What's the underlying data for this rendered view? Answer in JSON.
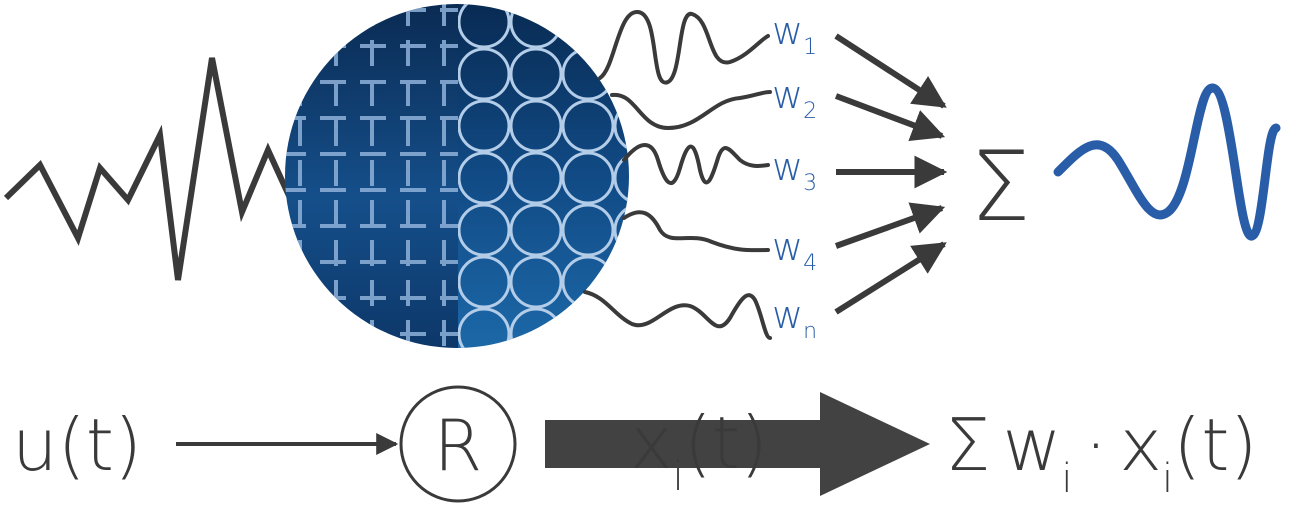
{
  "colors": {
    "ink": "#3a3a3a",
    "accent": "#2a5da8",
    "reservoir_dark": "#0a2a52",
    "reservoir_mid": "#13508a",
    "reservoir_light": "#1d6aaa",
    "grid_line": "#7fa6d2",
    "bubble_line": "#a9c6e6"
  },
  "weights": [
    {
      "base": "w",
      "sub": "1"
    },
    {
      "base": "w",
      "sub": "2"
    },
    {
      "base": "w",
      "sub": "3"
    },
    {
      "base": "w",
      "sub": "4"
    },
    {
      "base": "w",
      "sub": "n"
    }
  ],
  "summation_symbol": "Σ",
  "equation": {
    "input": "u(t)",
    "reservoir": "R",
    "state_base": "x",
    "state_sub": "i",
    "state_arg": "(t)",
    "output_sigma": "Σ",
    "output_w": "w",
    "output_w_sub": "i",
    "output_dot": "·",
    "output_x": "x",
    "output_x_sub": "i",
    "output_arg": "(t)"
  }
}
